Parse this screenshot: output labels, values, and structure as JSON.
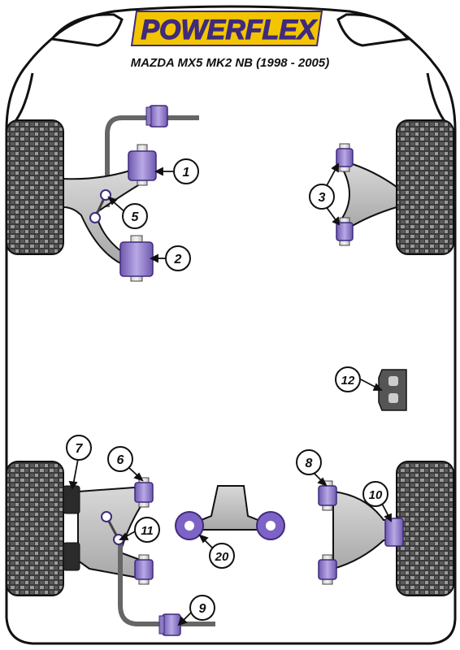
{
  "brand": {
    "logo_text": "POWERFLEX",
    "colors": {
      "gold": "#F2C500",
      "purple": "#3F2A7C",
      "bush": "#8E7CC3",
      "bush_dark": "#5B4596",
      "metal": "#B9B9B9"
    }
  },
  "title": "MAZDA MX5 MK2 NB (1998 - 2005)",
  "callouts": [
    {
      "id": "1",
      "label": "1"
    },
    {
      "id": "2",
      "label": "2"
    },
    {
      "id": "3",
      "label": "3"
    },
    {
      "id": "5",
      "label": "5"
    },
    {
      "id": "6",
      "label": "6"
    },
    {
      "id": "7",
      "label": "7"
    },
    {
      "id": "8",
      "label": "8"
    },
    {
      "id": "9",
      "label": "9"
    },
    {
      "id": "10",
      "label": "10"
    },
    {
      "id": "11",
      "label": "11"
    },
    {
      "id": "12",
      "label": "12"
    },
    {
      "id": "20",
      "label": "20"
    }
  ]
}
